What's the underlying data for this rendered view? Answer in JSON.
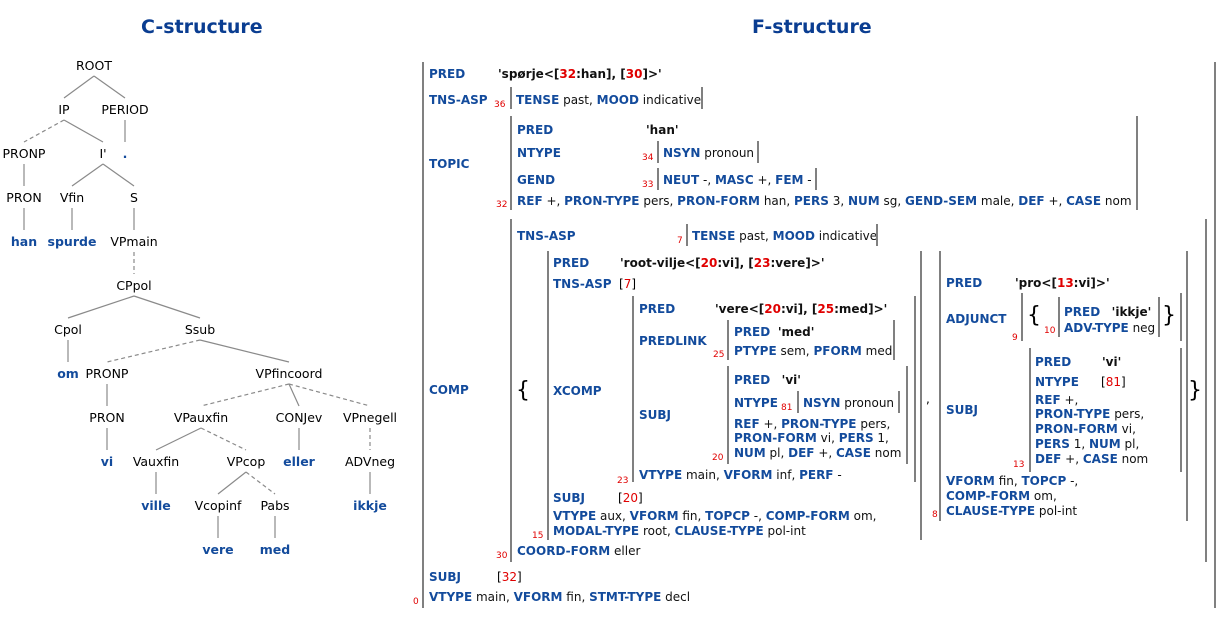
{
  "titles": {
    "c_structure": "C-structure",
    "f_structure": "F-structure"
  },
  "colors": {
    "title": "#0a3d91",
    "feature": "#134b9c",
    "index": "#e00000",
    "bar": "#808080",
    "edge": "#8a8a8a"
  },
  "c_structure": {
    "nodes": [
      {
        "id": "root",
        "label": "ROOT",
        "type": "cat"
      },
      {
        "id": "ip",
        "label": "IP",
        "type": "cat"
      },
      {
        "id": "period",
        "label": "PERIOD",
        "type": "cat"
      },
      {
        "id": "pronp1",
        "label": "PRONP",
        "type": "cat"
      },
      {
        "id": "ibar",
        "label": "I'",
        "type": "cat"
      },
      {
        "id": "dot",
        "label": ".",
        "type": "word"
      },
      {
        "id": "pron1",
        "label": "PRON",
        "type": "cat"
      },
      {
        "id": "vfin",
        "label": "Vfin",
        "type": "cat"
      },
      {
        "id": "s",
        "label": "S",
        "type": "cat"
      },
      {
        "id": "han",
        "label": "han",
        "type": "word"
      },
      {
        "id": "spurde",
        "label": "spurde",
        "type": "word"
      },
      {
        "id": "vpmain",
        "label": "VPmain",
        "type": "cat"
      },
      {
        "id": "cppol",
        "label": "CPpol",
        "type": "cat"
      },
      {
        "id": "cpol",
        "label": "Cpol",
        "type": "cat"
      },
      {
        "id": "ssub",
        "label": "Ssub",
        "type": "cat"
      },
      {
        "id": "om",
        "label": "om",
        "type": "word"
      },
      {
        "id": "pronp2",
        "label": "PRONP",
        "type": "cat"
      },
      {
        "id": "vpfincoord",
        "label": "VPfincoord",
        "type": "cat"
      },
      {
        "id": "pron2",
        "label": "PRON",
        "type": "cat"
      },
      {
        "id": "vpauxfin",
        "label": "VPauxfin",
        "type": "cat"
      },
      {
        "id": "conjev",
        "label": "CONJev",
        "type": "cat"
      },
      {
        "id": "vpnegell",
        "label": "VPnegell",
        "type": "cat"
      },
      {
        "id": "vi",
        "label": "vi",
        "type": "word"
      },
      {
        "id": "vauxfin",
        "label": "Vauxfin",
        "type": "cat"
      },
      {
        "id": "vpcop",
        "label": "VPcop",
        "type": "cat"
      },
      {
        "id": "eller",
        "label": "eller",
        "type": "word"
      },
      {
        "id": "advneg",
        "label": "ADVneg",
        "type": "cat"
      },
      {
        "id": "ville",
        "label": "ville",
        "type": "word"
      },
      {
        "id": "vcopinf",
        "label": "Vcopinf",
        "type": "cat"
      },
      {
        "id": "pabs",
        "label": "Pabs",
        "type": "cat"
      },
      {
        "id": "ikkje",
        "label": "ikkje",
        "type": "word"
      },
      {
        "id": "vere",
        "label": "vere",
        "type": "word"
      },
      {
        "id": "med",
        "label": "med",
        "type": "word"
      }
    ],
    "edges": [
      {
        "from": "root",
        "to": "ip",
        "style": "solid"
      },
      {
        "from": "root",
        "to": "period",
        "style": "solid"
      },
      {
        "from": "ip",
        "to": "pronp1",
        "style": "dashed"
      },
      {
        "from": "ip",
        "to": "ibar",
        "style": "solid"
      },
      {
        "from": "period",
        "to": "dot",
        "style": "solid"
      },
      {
        "from": "pronp1",
        "to": "pron1",
        "style": "solid"
      },
      {
        "from": "ibar",
        "to": "vfin",
        "style": "solid"
      },
      {
        "from": "ibar",
        "to": "s",
        "style": "solid"
      },
      {
        "from": "pron1",
        "to": "han",
        "style": "solid"
      },
      {
        "from": "vfin",
        "to": "spurde",
        "style": "solid"
      },
      {
        "from": "s",
        "to": "vpmain",
        "style": "solid"
      },
      {
        "from": "vpmain",
        "to": "cppol",
        "style": "dashed"
      },
      {
        "from": "cppol",
        "to": "cpol",
        "style": "solid"
      },
      {
        "from": "cppol",
        "to": "ssub",
        "style": "solid"
      },
      {
        "from": "cpol",
        "to": "om",
        "style": "solid"
      },
      {
        "from": "ssub",
        "to": "pronp2",
        "style": "dashed"
      },
      {
        "from": "ssub",
        "to": "vpfincoord",
        "style": "solid"
      },
      {
        "from": "pronp2",
        "to": "pron2",
        "style": "solid"
      },
      {
        "from": "vpfincoord",
        "to": "vpauxfin",
        "style": "dashed"
      },
      {
        "from": "vpfincoord",
        "to": "conjev",
        "style": "solid"
      },
      {
        "from": "vpfincoord",
        "to": "vpnegell",
        "style": "dashed"
      },
      {
        "from": "pron2",
        "to": "vi",
        "style": "solid"
      },
      {
        "from": "vpauxfin",
        "to": "vauxfin",
        "style": "solid"
      },
      {
        "from": "vpauxfin",
        "to": "vpcop",
        "style": "dashed"
      },
      {
        "from": "conjev",
        "to": "eller",
        "style": "solid"
      },
      {
        "from": "vpnegell",
        "to": "advneg",
        "style": "dashed"
      },
      {
        "from": "vauxfin",
        "to": "ville",
        "style": "solid"
      },
      {
        "from": "vpcop",
        "to": "vcopinf",
        "style": "solid"
      },
      {
        "from": "vpcop",
        "to": "pabs",
        "style": "dashed"
      },
      {
        "from": "advneg",
        "to": "ikkje",
        "style": "solid"
      },
      {
        "from": "vcopinf",
        "to": "vere",
        "style": "solid"
      },
      {
        "from": "pabs",
        "to": "med",
        "style": "solid"
      }
    ]
  },
  "f_structure": {
    "pred_label": "PRED",
    "pred_value": [
      "'spørje<[",
      "32",
      ":han], [",
      "30",
      "]>'"
    ],
    "tns_asp_label": "TNS-ASP",
    "tns_asp_index": "36",
    "tns_asp_value": [
      "TENSE",
      " past, ",
      "MOOD",
      " indicative"
    ],
    "topic": {
      "label": "TOPIC",
      "index": "32",
      "pred_label": "PRED",
      "pred_value": "'han'",
      "ntype_label": "NTYPE",
      "ntype_index": "34",
      "ntype_value": [
        "NSYN",
        " pronoun"
      ],
      "gend_label": "GEND",
      "gend_index": "33",
      "gend_value": [
        "NEUT",
        " -, ",
        "MASC",
        " +, ",
        "FEM",
        " -"
      ],
      "features": [
        "REF",
        " +, ",
        "PRON-TYPE",
        " pers, ",
        "PRON-FORM",
        " han, ",
        "PERS",
        " 3, ",
        "NUM",
        " sg, ",
        "GEND-SEM",
        " male, ",
        "DEF",
        " +, ",
        "CASE",
        " nom"
      ]
    },
    "comp": {
      "label": "COMP",
      "index": "30",
      "tns_asp_label": "TNS-ASP",
      "tns_asp_index": "7",
      "tns_asp_value": [
        "TENSE",
        " past, ",
        "MOOD",
        " indicative"
      ],
      "coord_form": [
        "COORD-FORM",
        " eller"
      ],
      "open_brace": "{",
      "close_brace": "}",
      "separator": ",",
      "conj1": {
        "index": "15",
        "pred_label": "PRED",
        "pred_value": [
          "'root-vilje<[",
          "20",
          ":vi], [",
          "23",
          ":vere]>'"
        ],
        "tns_asp_label": "TNS-ASP",
        "tns_asp_ref": "7",
        "xcomp": {
          "label": "XCOMP",
          "index": "23",
          "pred_label": "PRED",
          "pred_value": [
            "'vere<[",
            "20",
            ":vi], [",
            "25",
            ":med]>'"
          ],
          "predlink": {
            "label": "PREDLINK",
            "index": "25",
            "pred_label": "PRED",
            "pred_value": "'med'",
            "features": [
              "PTYPE",
              " sem, ",
              "PFORM",
              " med"
            ]
          },
          "subj": {
            "label": "SUBJ",
            "index": "20",
            "pred_label": "PRED",
            "pred_value": "'vi'",
            "ntype_label": "NTYPE",
            "ntype_index": "81",
            "ntype_value": [
              "NSYN",
              " pronoun"
            ],
            "features_lines": [
              [
                "REF",
                " +, ",
                "PRON-TYPE",
                " pers,"
              ],
              [
                "PRON-FORM",
                " vi, ",
                "PERS",
                " 1,"
              ],
              [
                "NUM",
                " pl, ",
                "DEF",
                " +, ",
                "CASE",
                " nom"
              ]
            ]
          },
          "features": [
            "VTYPE",
            " main, ",
            "VFORM",
            " inf, ",
            "PERF",
            " -"
          ]
        },
        "subj_label": "SUBJ",
        "subj_ref": "20",
        "features_lines": [
          [
            "VTYPE",
            " aux, ",
            "VFORM",
            " fin, ",
            "TOPCP",
            " -, ",
            "COMP-FORM",
            " om,"
          ],
          [
            "MODAL-TYPE",
            " root, ",
            "CLAUSE-TYPE",
            " pol-int"
          ]
        ]
      },
      "conj2": {
        "index": "8",
        "pred_label": "PRED",
        "pred_value": [
          "'pro<[",
          "13",
          ":vi]>'"
        ],
        "adjunct": {
          "label": "ADJUNCT",
          "index": "9",
          "inner_index": "10",
          "pred_label": "PRED",
          "pred_value": "'ikkje'",
          "features": [
            "ADV-TYPE",
            " neg"
          ]
        },
        "subj": {
          "label": "SUBJ",
          "index": "13",
          "pred_label": "PRED",
          "pred_value": "'vi'",
          "ntype_label": "NTYPE",
          "ntype_ref": "81",
          "features_lines": [
            [
              "REF",
              " +,"
            ],
            [
              "PRON-TYPE",
              " pers,"
            ],
            [
              "PRON-FORM",
              " vi,"
            ],
            [
              "PERS",
              " 1, ",
              "NUM",
              " pl,"
            ],
            [
              "DEF",
              " +, ",
              "CASE",
              " nom"
            ]
          ]
        },
        "features_lines": [
          [
            "VFORM",
            " fin, ",
            "TOPCP",
            " -,"
          ],
          [
            "COMP-FORM",
            " om,"
          ],
          [
            "CLAUSE-TYPE",
            " pol-int"
          ]
        ]
      }
    },
    "subj_label": "SUBJ",
    "subj_ref": "32",
    "root_index": "0",
    "root_features": [
      "VTYPE",
      " main, ",
      "VFORM",
      " fin, ",
      "STMT-TYPE",
      " decl"
    ]
  }
}
